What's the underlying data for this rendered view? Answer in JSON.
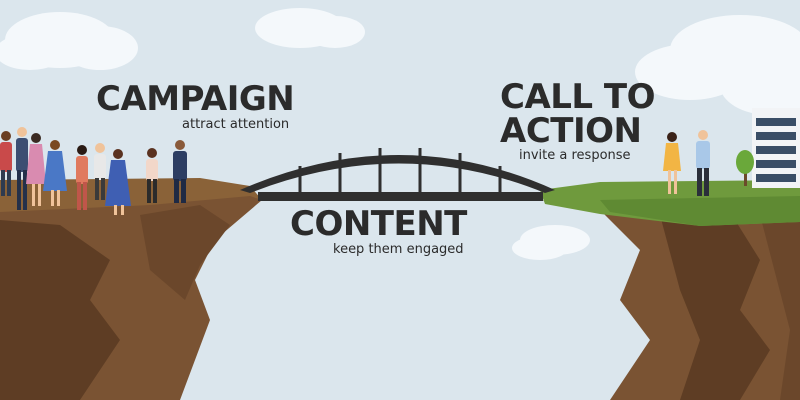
{
  "labels": {
    "campaign": {
      "title": "CAMPAIGN",
      "subtitle": "attract attention"
    },
    "call_to_action": {
      "title_line1": "CALL TO",
      "title_line2": "ACTION",
      "subtitle": "invite a response"
    },
    "content": {
      "title": "CONTENT",
      "subtitle": "keep them engaged"
    }
  },
  "colors": {
    "sky": "#dbe6ed",
    "cliff_left_top": "#8a6238",
    "cliff_face": "#7a5333",
    "cliff_shadow": "#5e3d24",
    "cliff_right_top": "#6f9a3d",
    "bridge": "#2f2f2f",
    "text": "#2b2b2b"
  }
}
